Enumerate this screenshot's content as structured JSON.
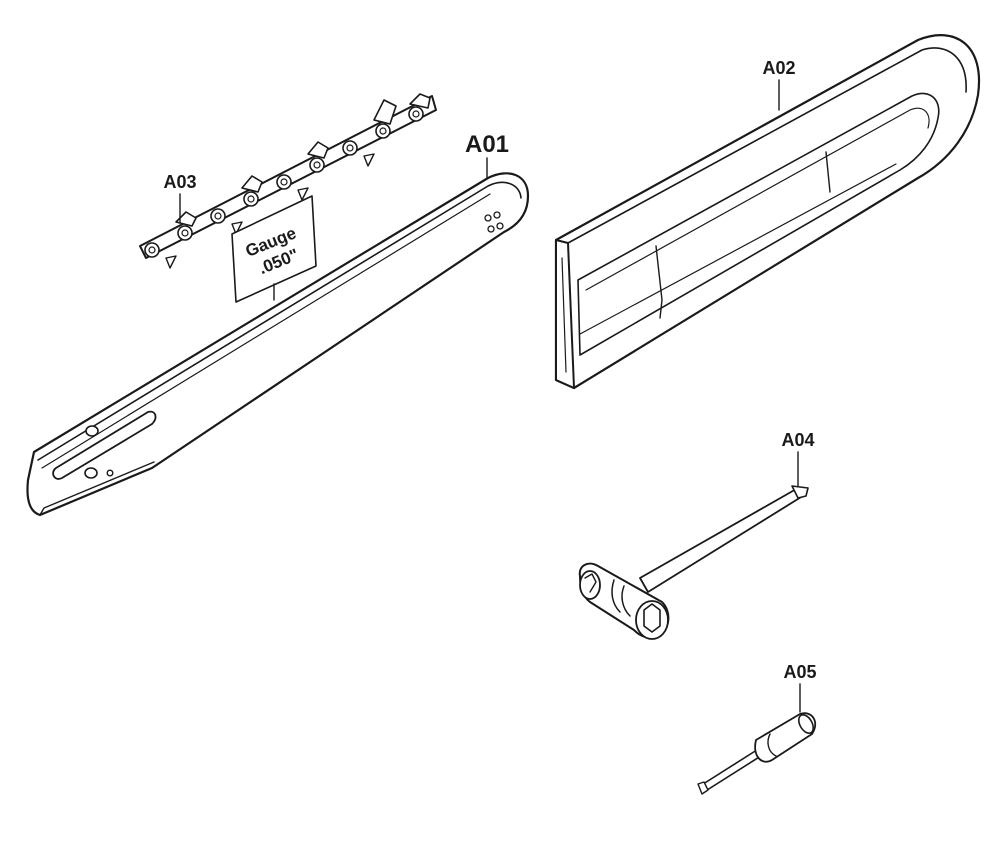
{
  "labels": {
    "a01": "A01",
    "a02": "A02",
    "a03": "A03",
    "a04": "A04",
    "a05": "A05"
  },
  "gauge_tag": {
    "line1": "Gauge",
    "line2": ".050\""
  }
}
